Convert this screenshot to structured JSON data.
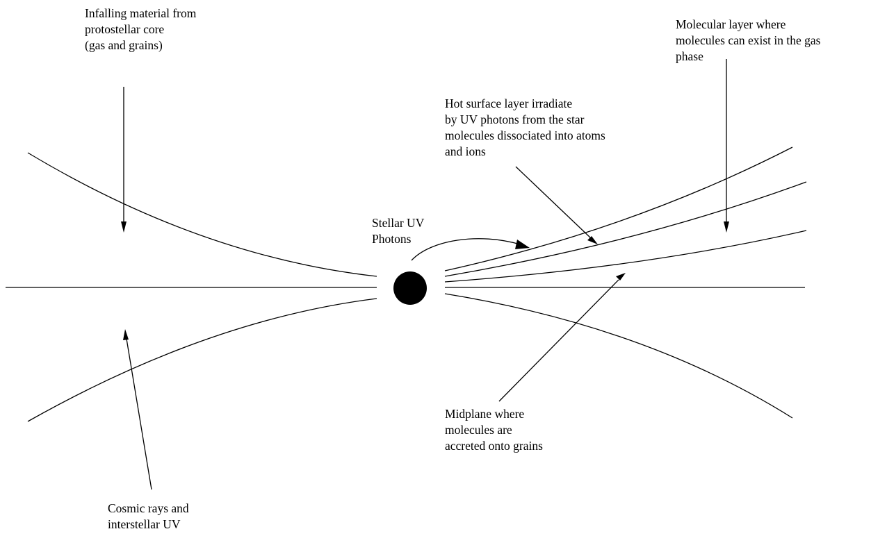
{
  "labels": {
    "infalling": {
      "lines": [
        "Infalling material from",
        "protostellar core",
        "(gas and grains)"
      ]
    },
    "molecular_layer": {
      "lines": [
        "Molecular layer where",
        "molecules can exist in the gas",
        "phase"
      ]
    },
    "hot_surface": {
      "lines": [
        "Hot surface layer irradiate",
        "by UV photons from the star",
        "molecules dissociated into atoms",
        "and ions"
      ]
    },
    "stellar_uv": {
      "lines": [
        "Stellar UV",
        "Photons"
      ]
    },
    "midplane": {
      "lines": [
        "Midplane where",
        "molecules are",
        "accreted onto grains"
      ]
    },
    "cosmic_rays": {
      "lines": [
        "Cosmic rays and",
        "interstellar UV"
      ]
    }
  },
  "colors": {
    "stroke": "#000000",
    "background": "#ffffff"
  }
}
